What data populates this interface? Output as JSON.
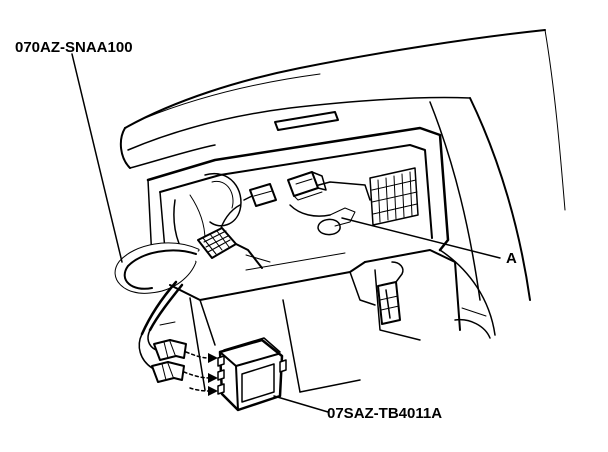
{
  "labels": {
    "harness_part": "070AZ-SNAA100",
    "callout_a": "A",
    "unit_part": "07SAZ-TB4011A"
  }
}
